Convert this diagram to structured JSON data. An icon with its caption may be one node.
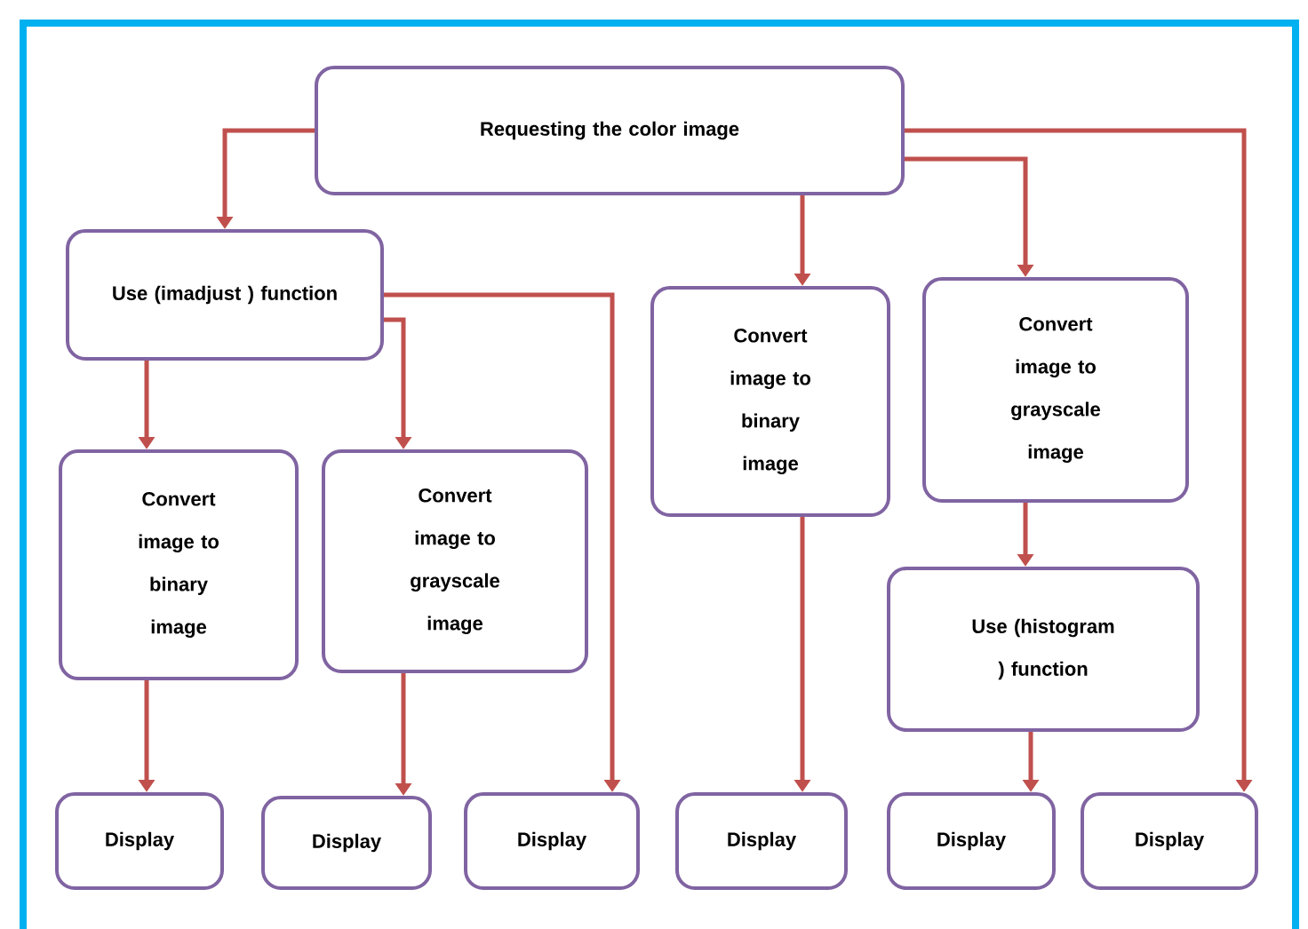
{
  "diagram": {
    "nodes": [
      {
        "text": [
          "Requesting the color image"
        ]
      },
      {
        "text": [
          "Use (imadjust ) function"
        ]
      },
      {
        "text": [
          "Convert image to binary image"
        ]
      },
      {
        "text": [
          "Convert image to grayscale image"
        ]
      },
      {
        "text": [
          "Convert image to binary image"
        ]
      },
      {
        "text": [
          "Convert image to grayscale image"
        ]
      },
      {
        "text": [
          "Use (histogram ) function"
        ]
      },
      {
        "text": [
          "Display"
        ]
      },
      {
        "text": [
          "Display"
        ]
      },
      {
        "text": [
          "Display"
        ]
      },
      {
        "text": [
          "Display"
        ]
      },
      {
        "text": [
          "Display"
        ]
      },
      {
        "text": [
          "Display"
        ]
      }
    ],
    "edges": [
      {
        "from": 0,
        "to": 1,
        "arrow": "to"
      },
      {
        "from": 0,
        "to": 4,
        "arrow": "to"
      },
      {
        "from": 0,
        "to": 5,
        "arrow": "to"
      },
      {
        "from": 0,
        "to": 12,
        "arrow": "to"
      },
      {
        "from": 1,
        "to": 2,
        "arrow": "to"
      },
      {
        "from": 1,
        "to": 3,
        "arrow": "to"
      },
      {
        "from": 1,
        "to": 9,
        "arrow": "to"
      },
      {
        "from": 2,
        "to": 7,
        "arrow": "to"
      },
      {
        "from": 3,
        "to": 8,
        "arrow": "to"
      },
      {
        "from": 4,
        "to": 10,
        "arrow": "to"
      },
      {
        "from": 5,
        "to": 6,
        "arrow": "to"
      },
      {
        "from": 6,
        "to": 11,
        "arrow": "to"
      }
    ]
  }
}
